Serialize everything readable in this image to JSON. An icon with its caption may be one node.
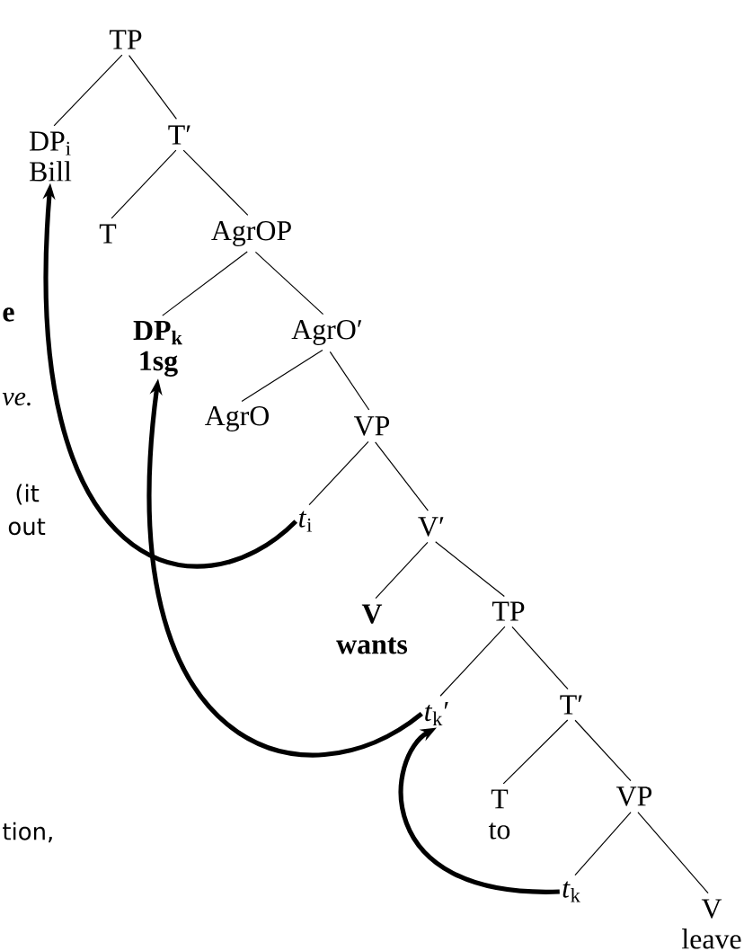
{
  "diagram": {
    "nodes": [
      {
        "text": [
          "TP"
        ]
      },
      {
        "text": [
          "DP$_{i}$",
          "Bill"
        ]
      },
      {
        "text": [
          "T′"
        ]
      },
      {
        "text": [
          "T"
        ]
      },
      {
        "text": [
          "AgrOP"
        ]
      },
      {
        "text": [
          "DP$_{k}$",
          "1sg"
        ]
      },
      {
        "text": [
          "AgrO′"
        ]
      },
      {
        "text": [
          "AgrO"
        ]
      },
      {
        "text": [
          "VP"
        ]
      },
      {
        "text": [
          "*t*$_{i}$"
        ]
      },
      {
        "text": [
          "V′"
        ]
      },
      {
        "text": [
          "V",
          "wants"
        ]
      },
      {
        "text": [
          "TP"
        ]
      },
      {
        "text": [
          "*t*$_{k}$′"
        ]
      },
      {
        "text": [
          "T′"
        ]
      },
      {
        "text": [
          "T",
          "to"
        ]
      },
      {
        "text": [
          "VP"
        ]
      },
      {
        "text": [
          "*t*$_{k}$"
        ]
      },
      {
        "text": [
          "V",
          "leave"
        ]
      }
    ],
    "edges": [
      {
        "from": 0,
        "to": 1,
        "arrow": "none"
      },
      {
        "from": 0,
        "to": 2,
        "arrow": "none"
      },
      {
        "from": 2,
        "to": 3,
        "arrow": "none"
      },
      {
        "from": 2,
        "to": 4,
        "arrow": "none"
      },
      {
        "from": 4,
        "to": 5,
        "arrow": "none"
      },
      {
        "from": 4,
        "to": 6,
        "arrow": "none"
      },
      {
        "from": 6,
        "to": 7,
        "arrow": "none"
      },
      {
        "from": 6,
        "to": 8,
        "arrow": "none"
      },
      {
        "from": 8,
        "to": 9,
        "arrow": "none"
      },
      {
        "from": 8,
        "to": 10,
        "arrow": "none"
      },
      {
        "from": 10,
        "to": 11,
        "arrow": "none"
      },
      {
        "from": 10,
        "to": 12,
        "arrow": "none"
      },
      {
        "from": 12,
        "to": 13,
        "arrow": "none"
      },
      {
        "from": 12,
        "to": 14,
        "arrow": "none"
      },
      {
        "from": 14,
        "to": 15,
        "arrow": "none"
      },
      {
        "from": 14,
        "to": 16,
        "arrow": "none"
      },
      {
        "from": 16,
        "to": 17,
        "arrow": "none"
      },
      {
        "from": 16,
        "to": 18,
        "arrow": "none"
      },
      {
        "from": 9,
        "to": 1,
        "arrow": "to",
        "style": "thick"
      },
      {
        "from": 13,
        "to": 5,
        "arrow": "to",
        "style": "thick"
      },
      {
        "from": 17,
        "to": 13,
        "arrow": "to",
        "style": "thick"
      }
    ],
    "labels": [
      "e",
      "ve.",
      "(it",
      "out",
      "tion,"
    ]
  }
}
